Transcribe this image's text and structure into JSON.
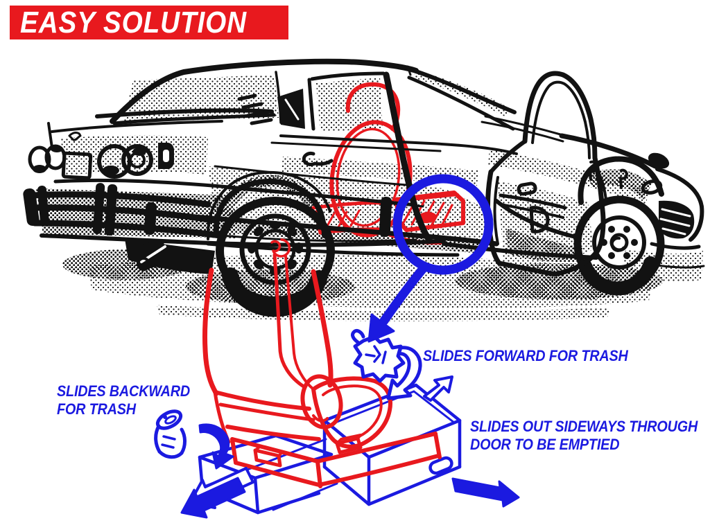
{
  "banner": {
    "label": "EASY SOLUTION"
  },
  "annotations": {
    "forward": {
      "text": "SLIDES FORWARD FOR TRASH"
    },
    "backward": {
      "line1": "SLIDES BACKWARD",
      "line2": "FOR TRASH"
    },
    "sideways": {
      "line1": "SLIDES OUT SIDEWAYS THROUGH",
      "line2": "DOOR TO BE EMPTIED"
    }
  },
  "colors": {
    "banner_red": "#e8191e",
    "sketch_red": "#e8191e",
    "annotation_blue": "#1b1ae0",
    "ink_black": "#121212",
    "background": "#ffffff"
  }
}
